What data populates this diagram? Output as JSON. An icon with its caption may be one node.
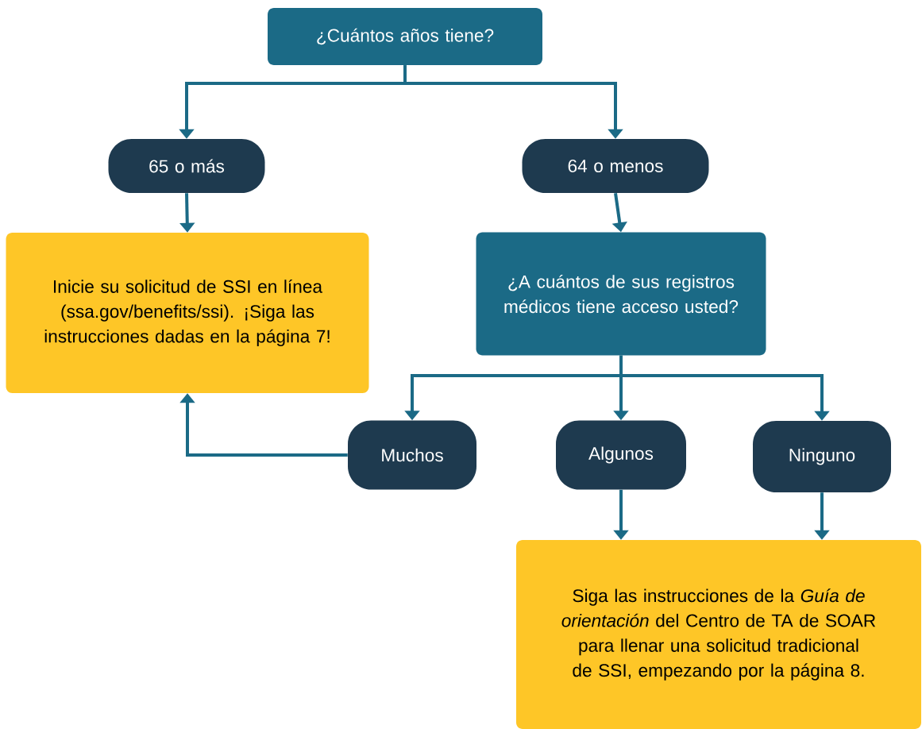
{
  "diagram": {
    "nodes": [
      {
        "text": [
          "¿Cuántos años tiene?"
        ]
      },
      {
        "text": [
          "65 o más"
        ]
      },
      {
        "text": [
          "64 o menos"
        ]
      },
      {
        "text": [
          "Inicie su solicitud de SSI en línea (ssa.gov/benefits/ssi). ¡Siga las instrucciones dadas en la página 7!"
        ]
      },
      {
        "text": [
          "¿A cuántos de sus registros médicos tiene acceso usted?"
        ]
      },
      {
        "text": [
          "Muchos"
        ]
      },
      {
        "text": [
          "Algunos"
        ]
      },
      {
        "text": [
          "Ninguno"
        ]
      },
      {
        "text": [
          "Siga las instrucciones de la *Guía de orientación* del Centro de TA de SOAR para llenar una solicitud tradicional de SSI, empezando por la página 8."
        ]
      }
    ],
    "edges": [
      {
        "from": 0,
        "to": 1,
        "arrow": "to"
      },
      {
        "from": 0,
        "to": 2,
        "arrow": "to"
      },
      {
        "from": 1,
        "to": 3,
        "arrow": "to"
      },
      {
        "from": 2,
        "to": 4,
        "arrow": "to"
      },
      {
        "from": 4,
        "to": 5,
        "arrow": "to"
      },
      {
        "from": 4,
        "to": 6,
        "arrow": "to"
      },
      {
        "from": 4,
        "to": 7,
        "arrow": "to"
      },
      {
        "from": 5,
        "to": 3,
        "arrow": "to"
      },
      {
        "from": 6,
        "to": 8,
        "arrow": "to"
      },
      {
        "from": 7,
        "to": 8,
        "arrow": "to"
      }
    ]
  }
}
